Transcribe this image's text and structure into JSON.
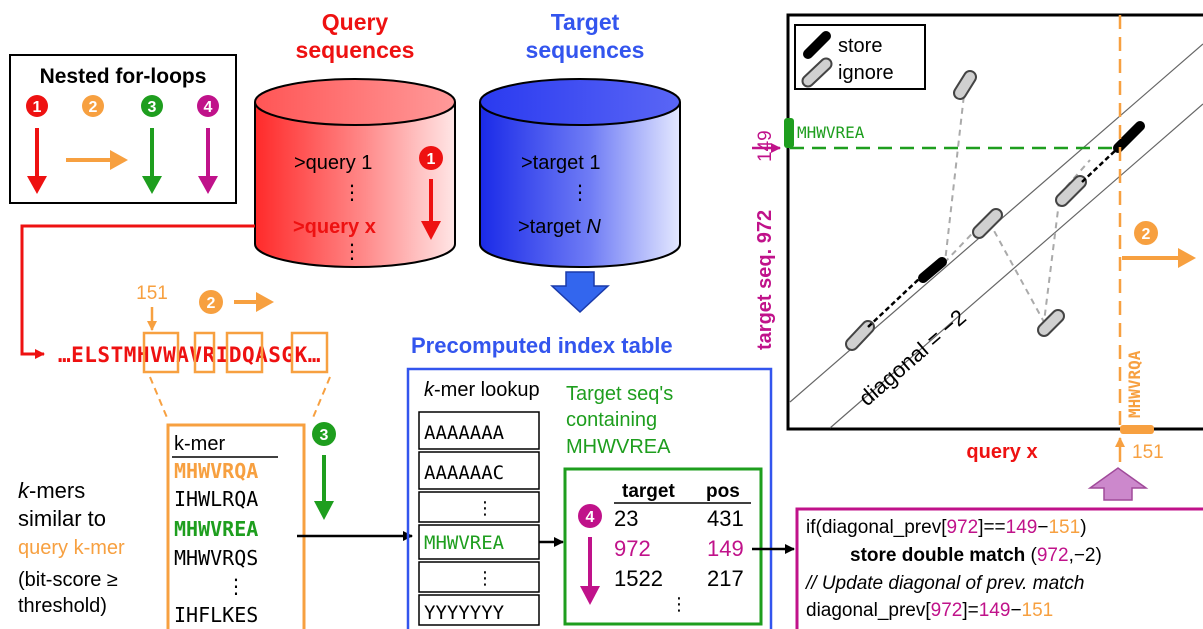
{
  "colors": {
    "red": "#ee1111",
    "orange": "#f7a040",
    "green": "#1e9e1e",
    "magenta": "#c0128a",
    "blue": "#3355ee",
    "grey": "#8a8a8a",
    "black": "#000000"
  },
  "nested_loops": {
    "title": "Nested for-loops",
    "numbers": [
      "1",
      "2",
      "3",
      "4"
    ]
  },
  "query_db": {
    "title_line1": "Query",
    "title_line2": "sequences",
    "item1": ">query 1",
    "dots": "⋮",
    "itemx": ">query x",
    "loop_number": "1"
  },
  "target_db": {
    "title_line1": "Target",
    "title_line2": "sequences",
    "item1": ">target 1",
    "dots": "⋮",
    "itemN_prefix": ">target ",
    "itemN_var": "N"
  },
  "query_seq": {
    "position": "151",
    "loop_number": "2",
    "sequence": "…ELSTMHVWAVRIDQASGK…"
  },
  "kmer_list": {
    "header": "k-mer",
    "loop_number": "3",
    "items": [
      "MHWVRQA",
      "IHWLRQA",
      "MHWVREA",
      "MHWVRQS",
      "⋮",
      "IHFLKES"
    ],
    "description": {
      "line1_var": "k",
      "line1_rest": "-mers",
      "line2": "similar to",
      "line3": "query k-mer",
      "line4": "(bit-score ≥",
      "line5": "threshold)"
    }
  },
  "index_table": {
    "title": "Precomputed index table",
    "lookup_var": "k",
    "lookup_rest": "-mer lookup",
    "lookup_items": [
      "AAAAAAA",
      "AAAAAAC",
      "⋮",
      "MHWVREA",
      "⋮",
      "YYYYYYY"
    ],
    "containing_line1": "Target seq's",
    "containing_line2": "containing",
    "containing_line3": "MHWVREA",
    "loop_number": "4",
    "col_target": "target",
    "col_pos": "pos",
    "rows": [
      {
        "target": "23",
        "pos": "431"
      },
      {
        "target": "972",
        "pos": "149"
      },
      {
        "target": "1522",
        "pos": "217"
      }
    ],
    "dots": "⋮"
  },
  "code_box": {
    "l1_a": "if(diagonal_prev[",
    "l1_b": "972",
    "l1_c": "]==",
    "l1_d": "149",
    "l1_e": "−",
    "l1_f": "151",
    "l1_g": ")",
    "l2_a": "store double match",
    "l2_b": " (",
    "l2_c": "972",
    "l2_d": ",−2)",
    "l3": "// Update diagonal of prev. match",
    "l4_a": "diagonal_prev[",
    "l4_b": "972",
    "l4_c": "]=",
    "l4_d": "149",
    "l4_e": "−",
    "l4_f": "151"
  },
  "plot": {
    "legend_store": "store",
    "legend_ignore": "ignore",
    "y_kmer": "MHWVREA",
    "y_pos": "149",
    "y_axis_label": "target seq. 972",
    "x_kmer": "MHWVRQA",
    "x_pos": "151",
    "x_axis_label": "query x",
    "diagonal_label": "diagonal = −2",
    "loop_number": "2"
  }
}
